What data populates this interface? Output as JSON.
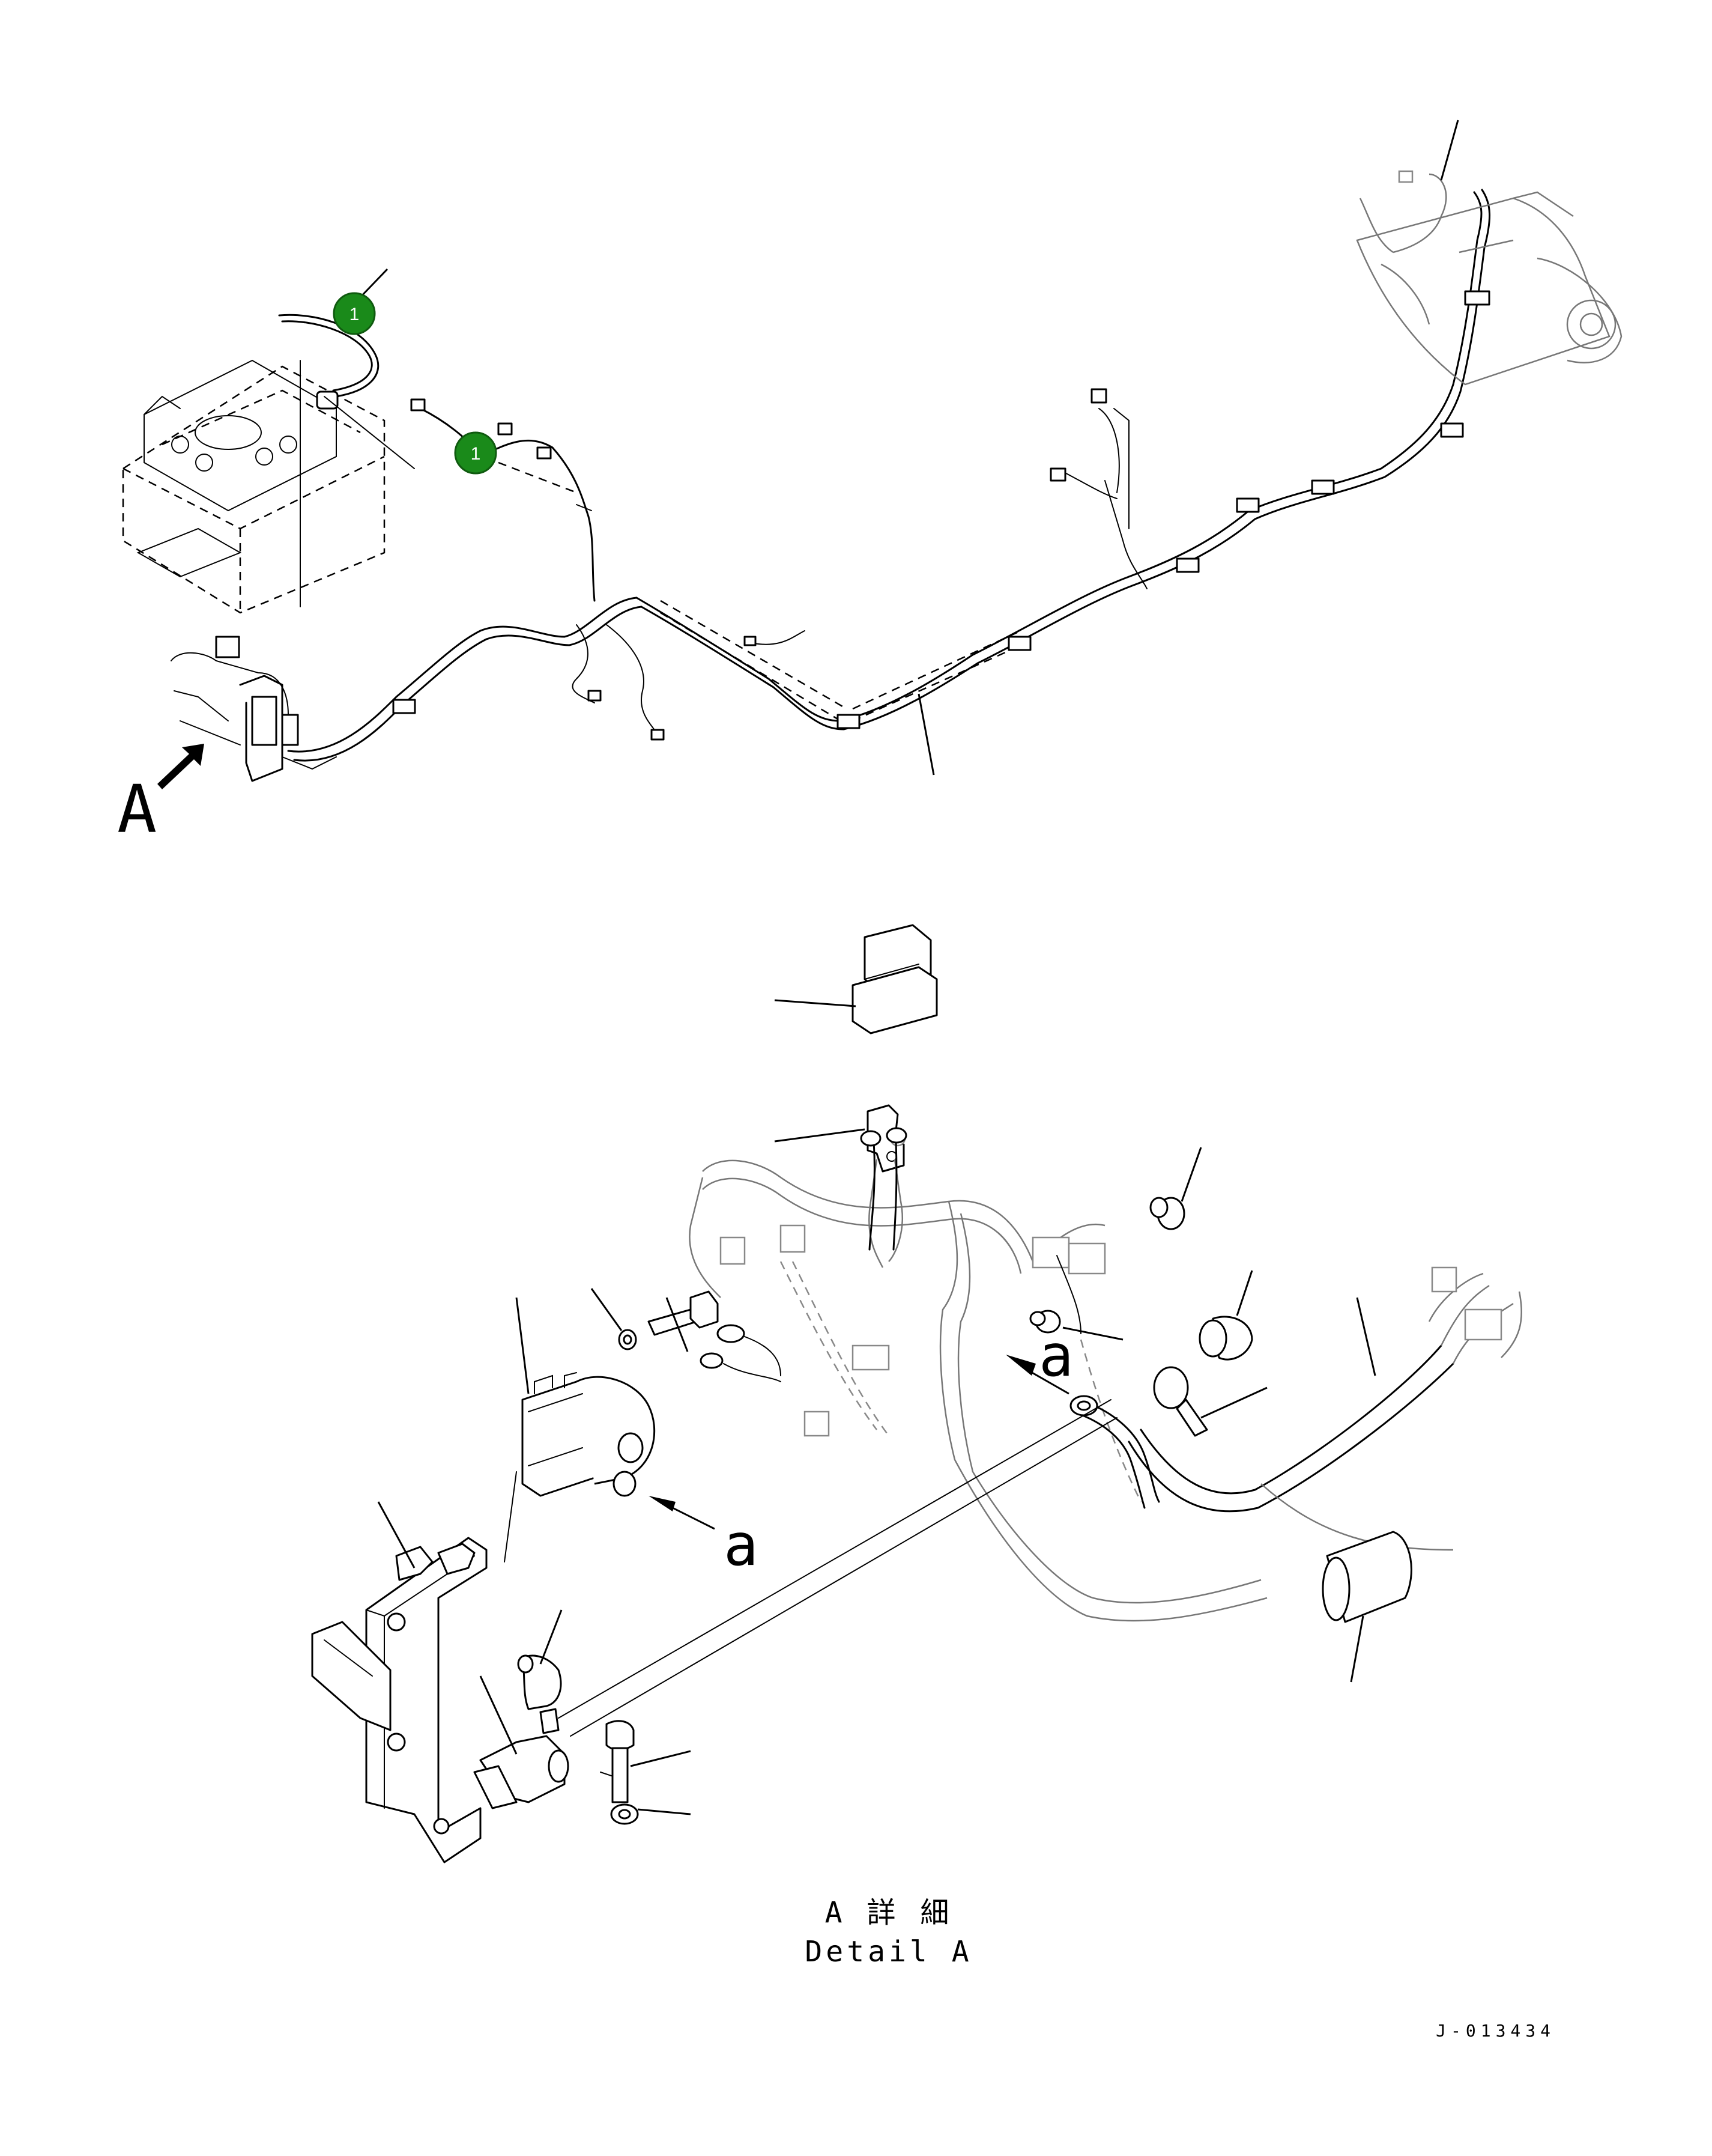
{
  "views": {
    "overview": {
      "view_label": "A"
    },
    "detail": {
      "arrow_label": "a",
      "caption_jp": "A 詳 細",
      "caption_en": "Detail A"
    }
  },
  "badges": [
    {
      "text": "1",
      "color": "#1a8a1a"
    },
    {
      "text": "1",
      "color": "#1a8a1a"
    }
  ],
  "drawing_code": "J-013434"
}
